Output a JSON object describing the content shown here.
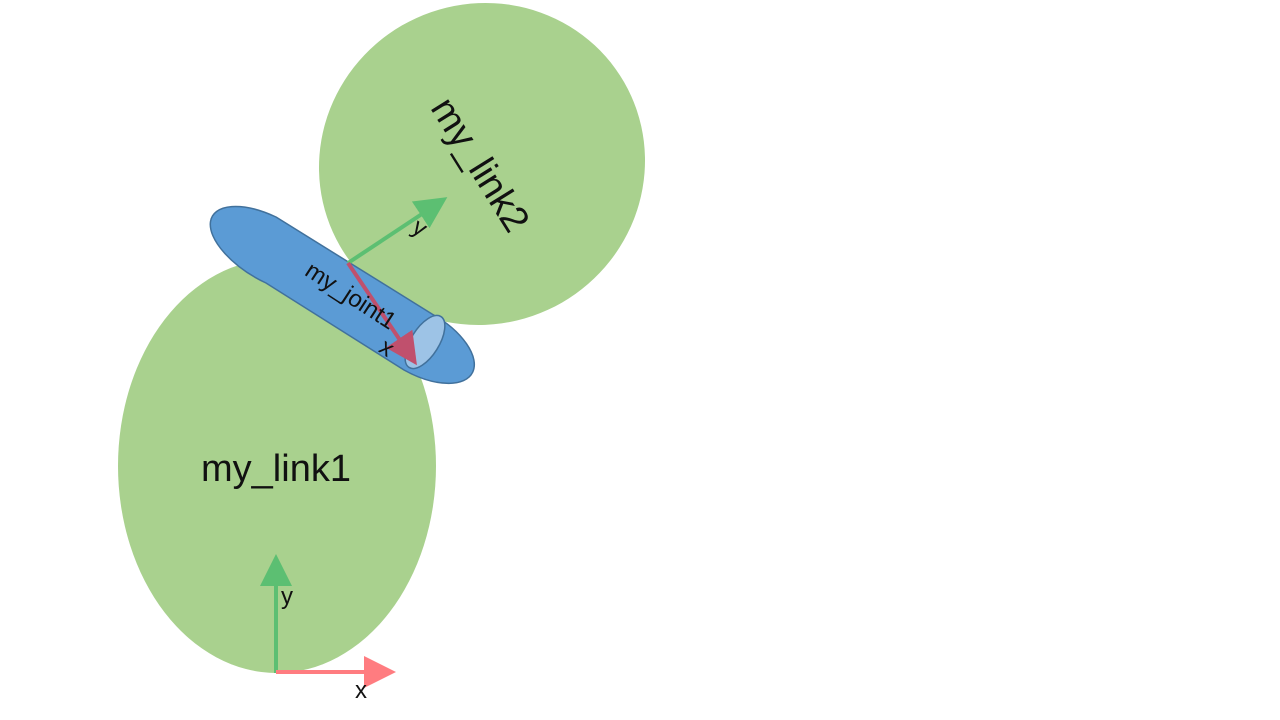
{
  "links": {
    "link1": {
      "label": "my_link1",
      "color": "#a9d18e"
    },
    "link2": {
      "label": "my_link2",
      "color": "#a9d18e"
    }
  },
  "joint": {
    "label": "my_joint1",
    "body_color": "#5b9bd5",
    "cap_color": "#9dc3e6",
    "outline_color": "#41719c"
  },
  "frames": {
    "base": {
      "x_label": "x",
      "y_label": "y",
      "x_color": "#ff7c80",
      "y_color": "#5cbf72"
    },
    "joint": {
      "x_label": "x",
      "y_label": "y",
      "x_color": "#c0506d",
      "y_color": "#5cbf72"
    }
  }
}
